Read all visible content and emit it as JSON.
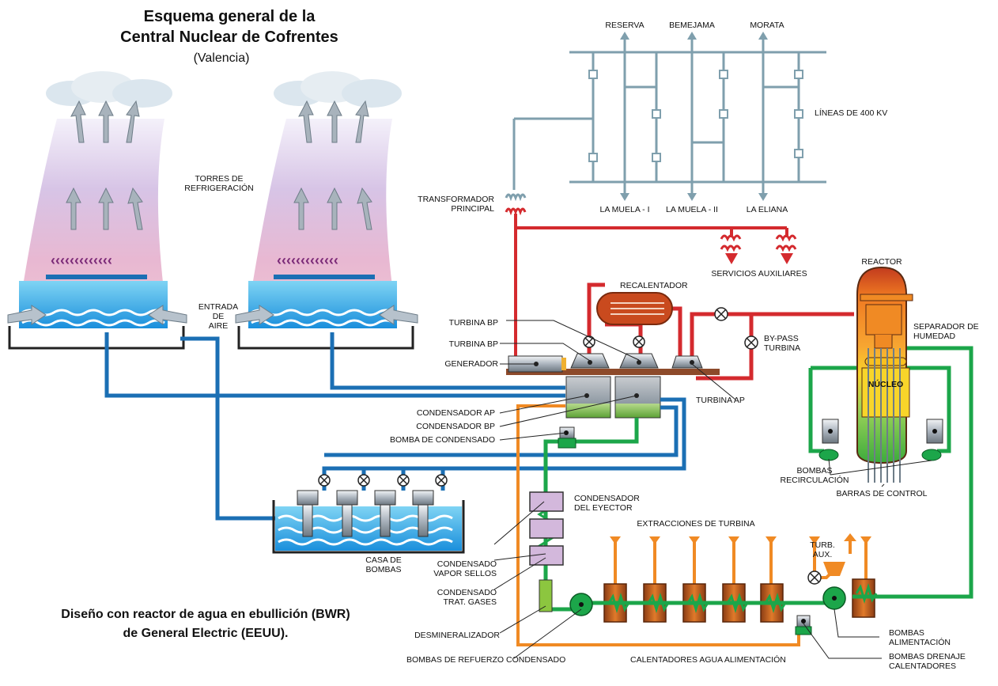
{
  "header": {
    "title_line1": "Esquema general de la",
    "title_line2": "Central Nuclear de Cofrentes",
    "subtitle": "(Valencia)"
  },
  "footer": {
    "line1": "Diseño con reactor de agua en ebullición (BWR)",
    "line2": "de General Electric (EEUU)."
  },
  "grid": {
    "top": [
      "RESERVA",
      "BEMEJAMA",
      "MORATA"
    ],
    "bottom": [
      "LA MUELA - I",
      "LA MUELA - II",
      "LA ELIANA"
    ],
    "lines": "LÍNEAS DE 400 KV"
  },
  "labels": {
    "towers": [
      "TORRES DE",
      "REFRIGERACIÓN"
    ],
    "air": [
      "ENTRADA",
      "DE",
      "AIRE"
    ],
    "transformer": [
      "TRANSFORMADOR",
      "PRINCIPAL"
    ],
    "aux_services": "SERVICIOS AUXILIARES",
    "reheater": "RECALENTADOR",
    "turbina_bp_1": "TURBINA BP",
    "turbina_bp_2": "TURBINA BP",
    "generador": "GENERADOR",
    "bypass": [
      "BY-PASS",
      "TURBINA"
    ],
    "turbina_ap": "TURBINA AP",
    "reactor": "REACTOR",
    "separador": [
      "SEPARADOR DE",
      "HUMEDAD"
    ],
    "nucleo": "NÚCLEO",
    "condensador_ap": "CONDENSADOR AP",
    "condensador_bp": "CONDENSADOR BP",
    "bomba_condensado": "BOMBA DE CONDENSADO",
    "bombas_recirc": [
      "BOMBAS",
      "RECIRCULACIÓN"
    ],
    "barras": "BARRAS DE CONTROL",
    "condensador_eyector": [
      "CONDENSADOR",
      "DEL EYECTOR"
    ],
    "extracciones": "EXTRACCIONES DE TURBINA",
    "turb_aux": [
      "TURB.",
      "AUX."
    ],
    "casa_bombas": [
      "CASA DE",
      "BOMBAS"
    ],
    "vapor_sellos": [
      "CONDENSADO",
      "VAPOR SELLOS"
    ],
    "trat_gases": [
      "CONDENSADO",
      "TRAT. GASES"
    ],
    "desmineralizador": "DESMINERALIZADOR",
    "bombas_refuerzo": "BOMBAS DE REFUERZO CONDENSADO",
    "calentadores": "CALENTADORES AGUA ALIMENTACIÓN",
    "bombas_alimentacion": [
      "BOMBAS",
      "ALIMENTACIÓN"
    ],
    "bombas_drenaje": [
      "BOMBAS DRENAJE",
      "CALENTADORES"
    ]
  },
  "colors": {
    "electric": "#d42a2e",
    "grid": "#7f9fad",
    "cooling": "#1b6fb4",
    "condensate": "#1ca64a",
    "extraction": "#f08a24",
    "steam": "#ffa726"
  }
}
